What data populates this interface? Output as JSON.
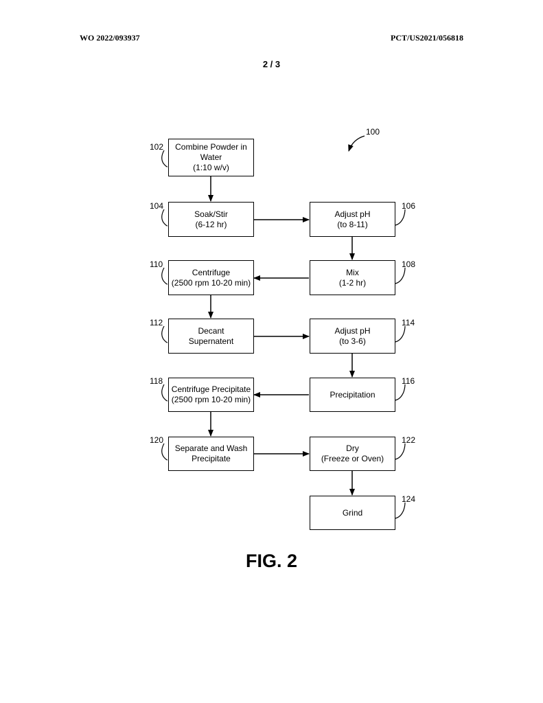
{
  "header": {
    "publication_number": "WO 2022/093937",
    "application_number": "PCT/US2021/056818"
  },
  "page_number": "2 / 3",
  "figure_caption": "FIG. 2",
  "process_ref": "100",
  "steps": [
    {
      "ref": "102",
      "lines": [
        "Combine Powder in",
        "Water",
        "(1:10 w/v)"
      ]
    },
    {
      "ref": "104",
      "lines": [
        "Soak/Stir",
        "(6-12 hr)"
      ]
    },
    {
      "ref": "106",
      "lines": [
        "Adjust pH",
        "(to 8-11)"
      ]
    },
    {
      "ref": "108",
      "lines": [
        "Mix",
        "(1-2 hr)"
      ]
    },
    {
      "ref": "110",
      "lines": [
        "Centrifuge",
        "(2500 rpm 10-20 min)"
      ]
    },
    {
      "ref": "112",
      "lines": [
        "Decant",
        "Supernatent"
      ]
    },
    {
      "ref": "114",
      "lines": [
        "Adjust pH",
        "(to 3-6)"
      ]
    },
    {
      "ref": "116",
      "lines": [
        "Precipitation"
      ]
    },
    {
      "ref": "118",
      "lines": [
        "Centrifuge Precipitate",
        "(2500 rpm 10-20 min)"
      ]
    },
    {
      "ref": "120",
      "lines": [
        "Separate and Wash",
        "Precipitate"
      ]
    },
    {
      "ref": "122",
      "lines": [
        "Dry",
        "(Freeze or Oven)"
      ]
    },
    {
      "ref": "124",
      "lines": [
        "Grind"
      ]
    }
  ]
}
